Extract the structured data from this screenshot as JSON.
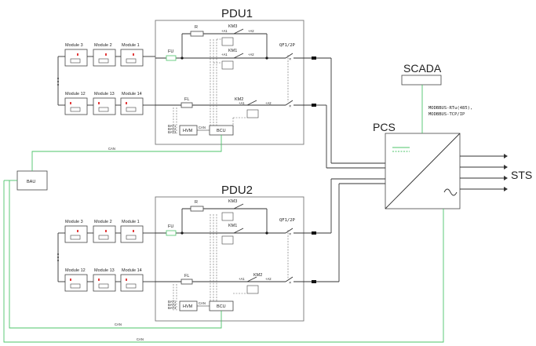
{
  "pdu_titles": [
    "PDU1",
    "PDU2"
  ],
  "module_row_top": [
    "Module 3",
    "Module 2",
    "Module 1"
  ],
  "module_row_bottom": [
    "Module 12",
    "Module 13",
    "Module 14"
  ],
  "labels": {
    "fu": "FU",
    "fl": "FL",
    "r": "R",
    "km1": "KM1",
    "km2": "KM2",
    "km3": "KM3",
    "qf": "QF1/2P",
    "hvm": "HVM",
    "bcu": "BCU",
    "bau": "BAU",
    "can": "CAN",
    "pcs": "PCS",
    "scada": "SCADA",
    "sts": "STS",
    "modbus_line1": "MODBBUS-RTu(485),",
    "modbus_line2": "MODBBUS-TCP/IP",
    "a1": "+A1",
    "a2": "+A2",
    "bat1": "BAT1",
    "bat2": "BAT2",
    "bat3": "BAT3"
  },
  "colors": {
    "can_line": "#4cc46a",
    "wire": "#333333",
    "terminal_red": "#e23b3b"
  }
}
